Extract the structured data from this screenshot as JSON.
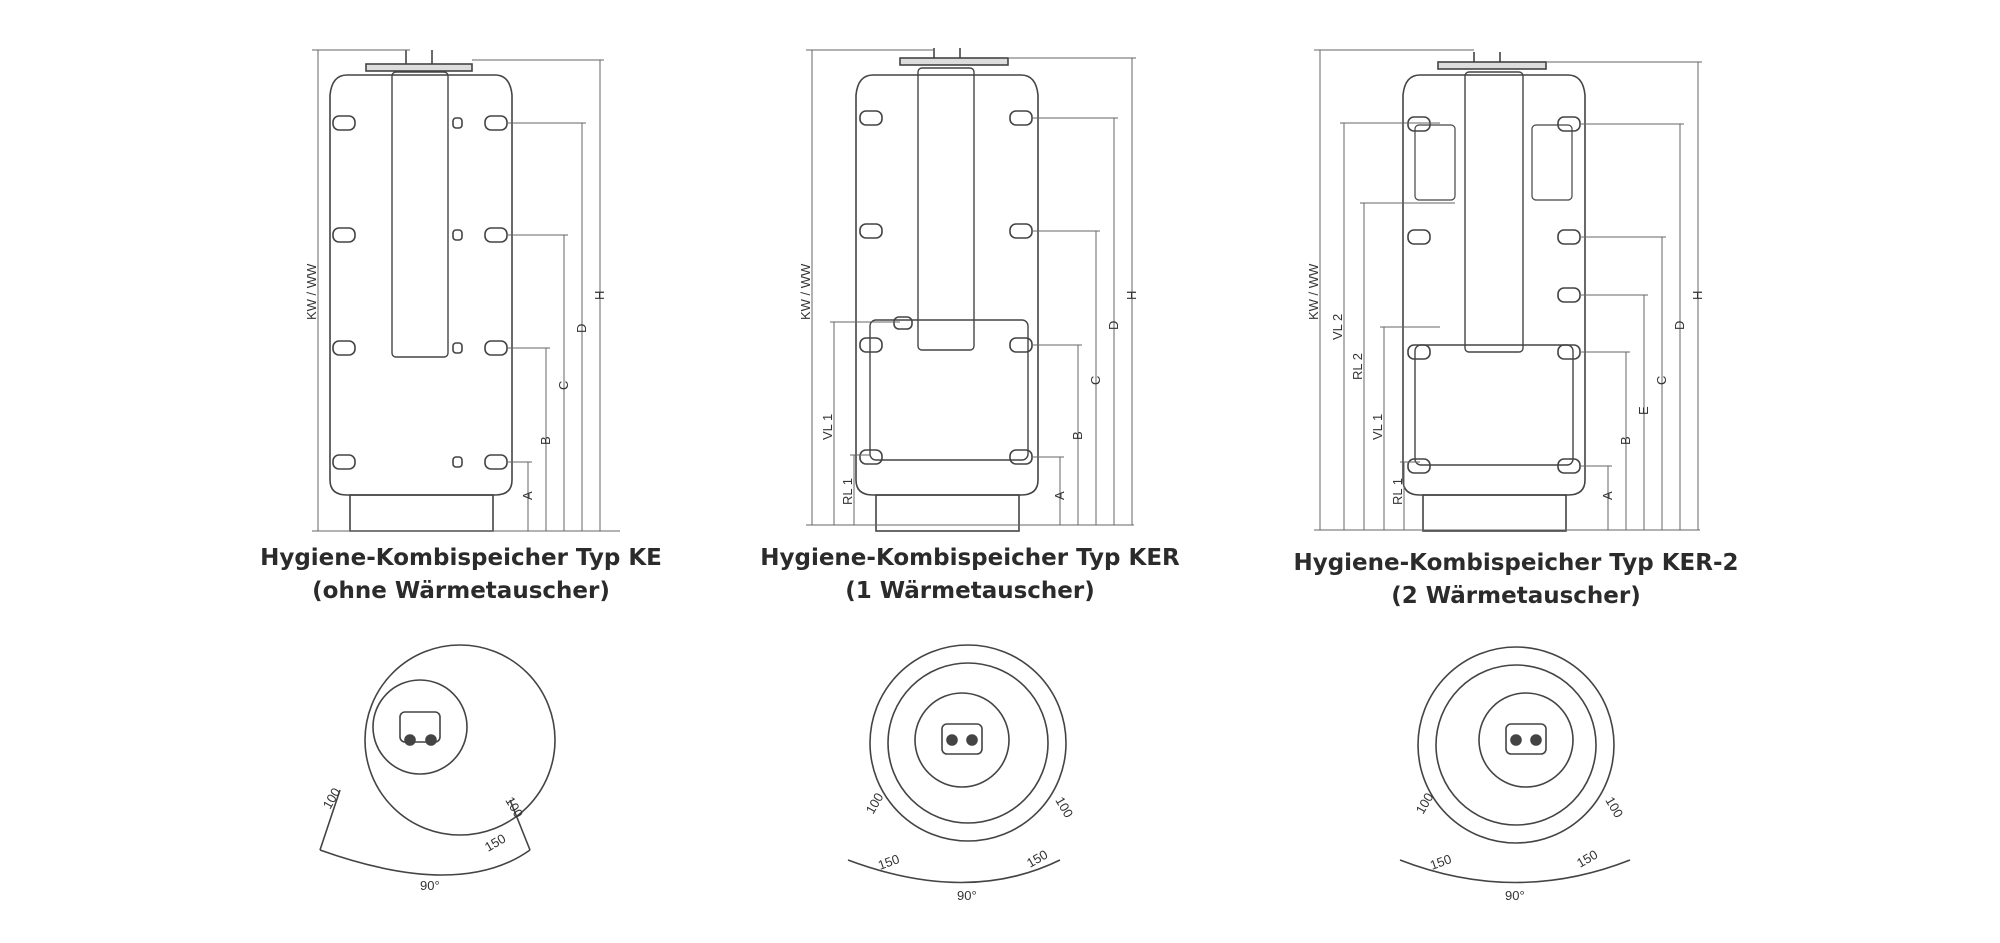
{
  "panels": [
    {
      "id": "ke",
      "title_line1": "Hygiene-Kombispeicher Typ KE",
      "title_line2": "(ohne Wärmetauscher)",
      "left_labels": [
        "KW / WW"
      ],
      "right_labels": [
        "A",
        "B",
        "C",
        "D",
        "H"
      ],
      "top_view": {
        "angle": "90°",
        "offset_a": "100",
        "offset_b": "100",
        "offset_c": "150"
      }
    },
    {
      "id": "ker",
      "title_line1": "Hygiene-Kombispeicher Typ KER",
      "title_line2": "(1 Wärmetauscher)",
      "left_labels": [
        "KW / WW",
        "VL 1",
        "RL 1"
      ],
      "right_labels": [
        "A",
        "B",
        "C",
        "D",
        "H"
      ],
      "top_view": {
        "angle": "90°",
        "offset_a": "100",
        "offset_b": "100",
        "offset_c": "150",
        "offset_d": "150"
      }
    },
    {
      "id": "ker2",
      "title_line1": "Hygiene-Kombispeicher Typ KER-2",
      "title_line2": "(2 Wärmetauscher)",
      "left_labels": [
        "KW / WW",
        "VL 2",
        "RL 2",
        "VL 1",
        "RL 1"
      ],
      "right_labels": [
        "A",
        "B",
        "E",
        "C",
        "D",
        "H"
      ],
      "top_view": {
        "angle": "90°",
        "offset_a": "100",
        "offset_b": "100",
        "offset_c": "150",
        "offset_d": "150"
      }
    }
  ]
}
